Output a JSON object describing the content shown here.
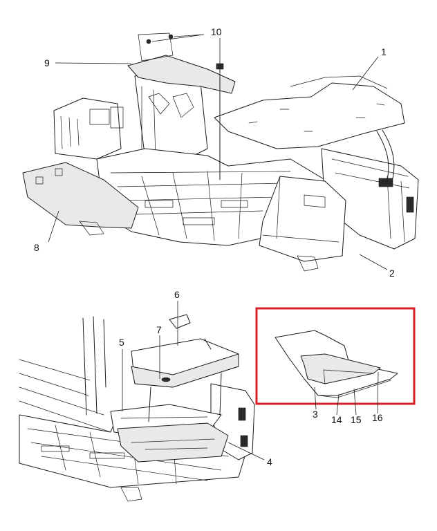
{
  "highlight_color": "#d61f26",
  "callouts": {
    "c1": "1",
    "c2": "2",
    "c3": "3",
    "c4": "4",
    "c5": "5",
    "c6": "6",
    "c7": "7",
    "c8": "8",
    "c9": "9",
    "c10": "10",
    "c14": "14",
    "c15": "15",
    "c16": "16"
  }
}
